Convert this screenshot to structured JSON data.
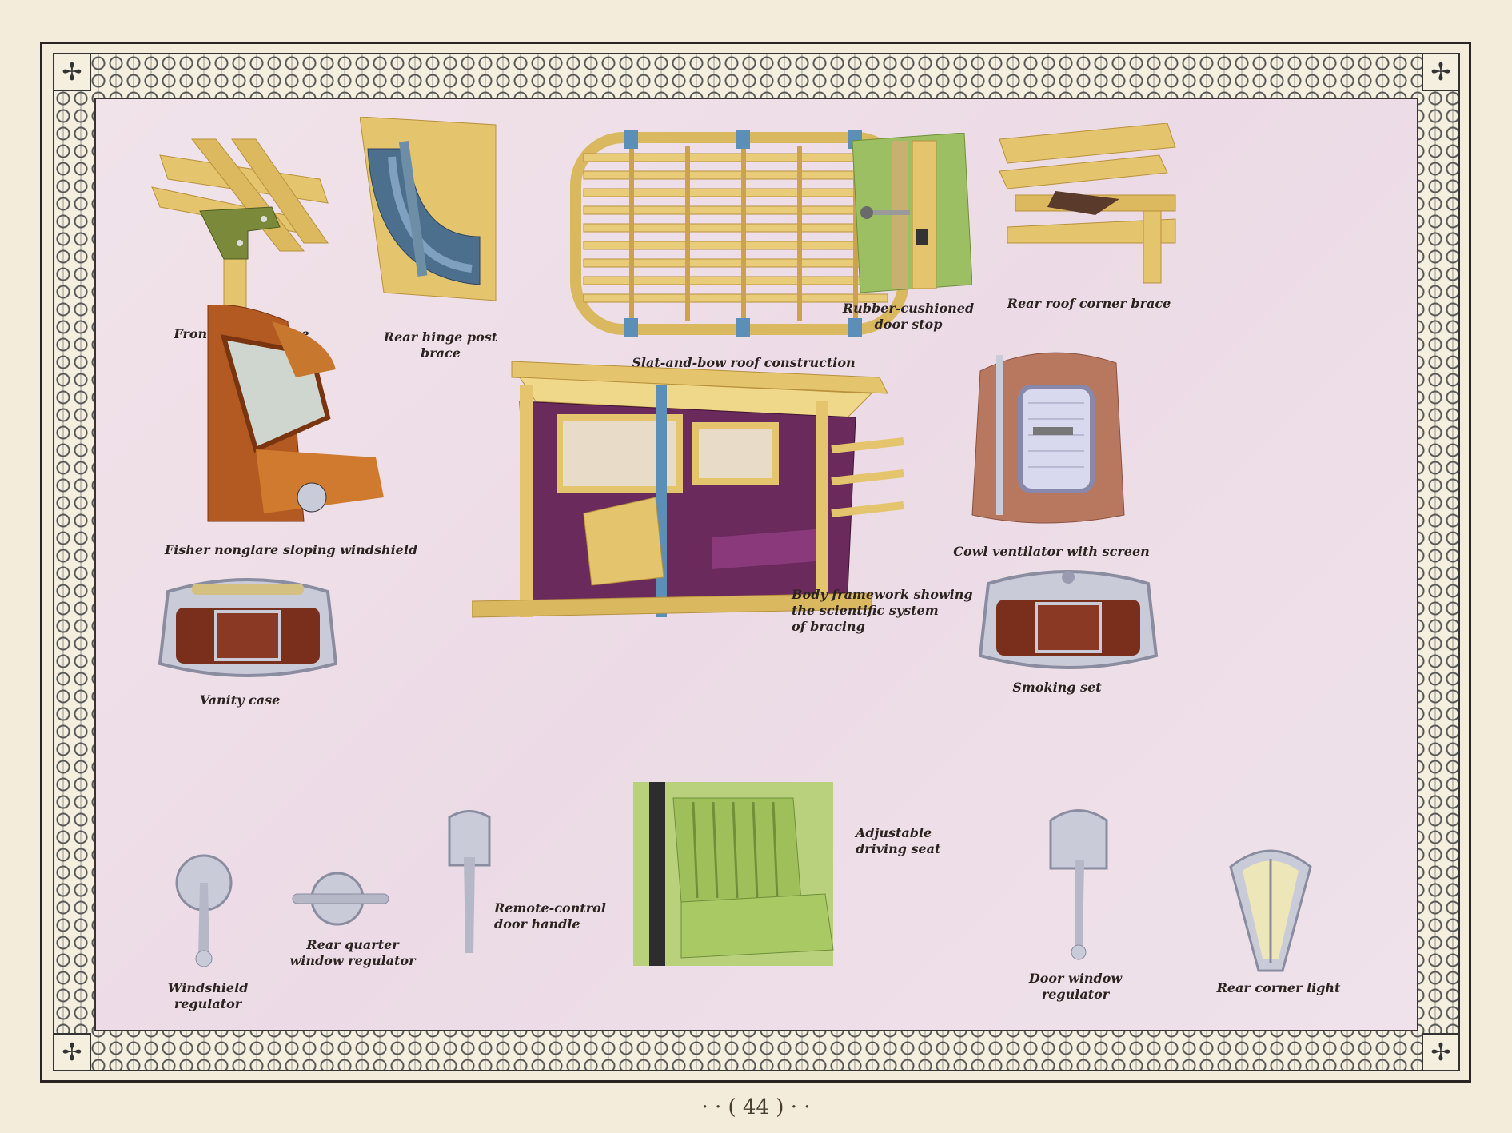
{
  "page_number": "· · ( 44 ) · ·",
  "captions": {
    "front_corner_brace": "Front corner brace",
    "rear_hinge_post_brace": [
      "Rear hinge post",
      "brace"
    ],
    "slat_and_bow_roof": "Slat-and-bow roof construction",
    "rubber_cushioned_door_stop": [
      "Rubber-cushioned",
      "door stop"
    ],
    "rear_roof_corner_brace": "Rear roof corner brace",
    "fisher_nonglare_windshield": "Fisher nonglare sloping windshield",
    "cowl_ventilator": "Cowl ventilator with screen",
    "body_framework": [
      "Body framework showing",
      "the scientific system",
      "of bracing"
    ],
    "vanity_case": "Vanity case",
    "smoking_set": "Smoking set",
    "adjustable_driving_seat": [
      "Adjustable",
      "driving seat"
    ],
    "windshield_regulator": [
      "Windshield",
      "regulator"
    ],
    "rear_quarter_window_regulator": [
      "Rear quarter",
      "window regulator"
    ],
    "remote_control_door_handle": [
      "Remote-control",
      "door handle"
    ],
    "door_window_regulator": [
      "Door window",
      "regulator"
    ],
    "rear_corner_light": "Rear corner light"
  },
  "colors": {
    "wood": "#e4c46c",
    "wood_dark": "#b8913c",
    "olive_metal": "#7a8a3a",
    "blue_metal": "#5b8fb8",
    "plum_upholstery": "#6a2a5c",
    "copper_body": "#b35a22",
    "green_upholstery": "#9fbf5a",
    "chrome": "#c9cbd8",
    "mahogany": "#7a2f1c"
  }
}
